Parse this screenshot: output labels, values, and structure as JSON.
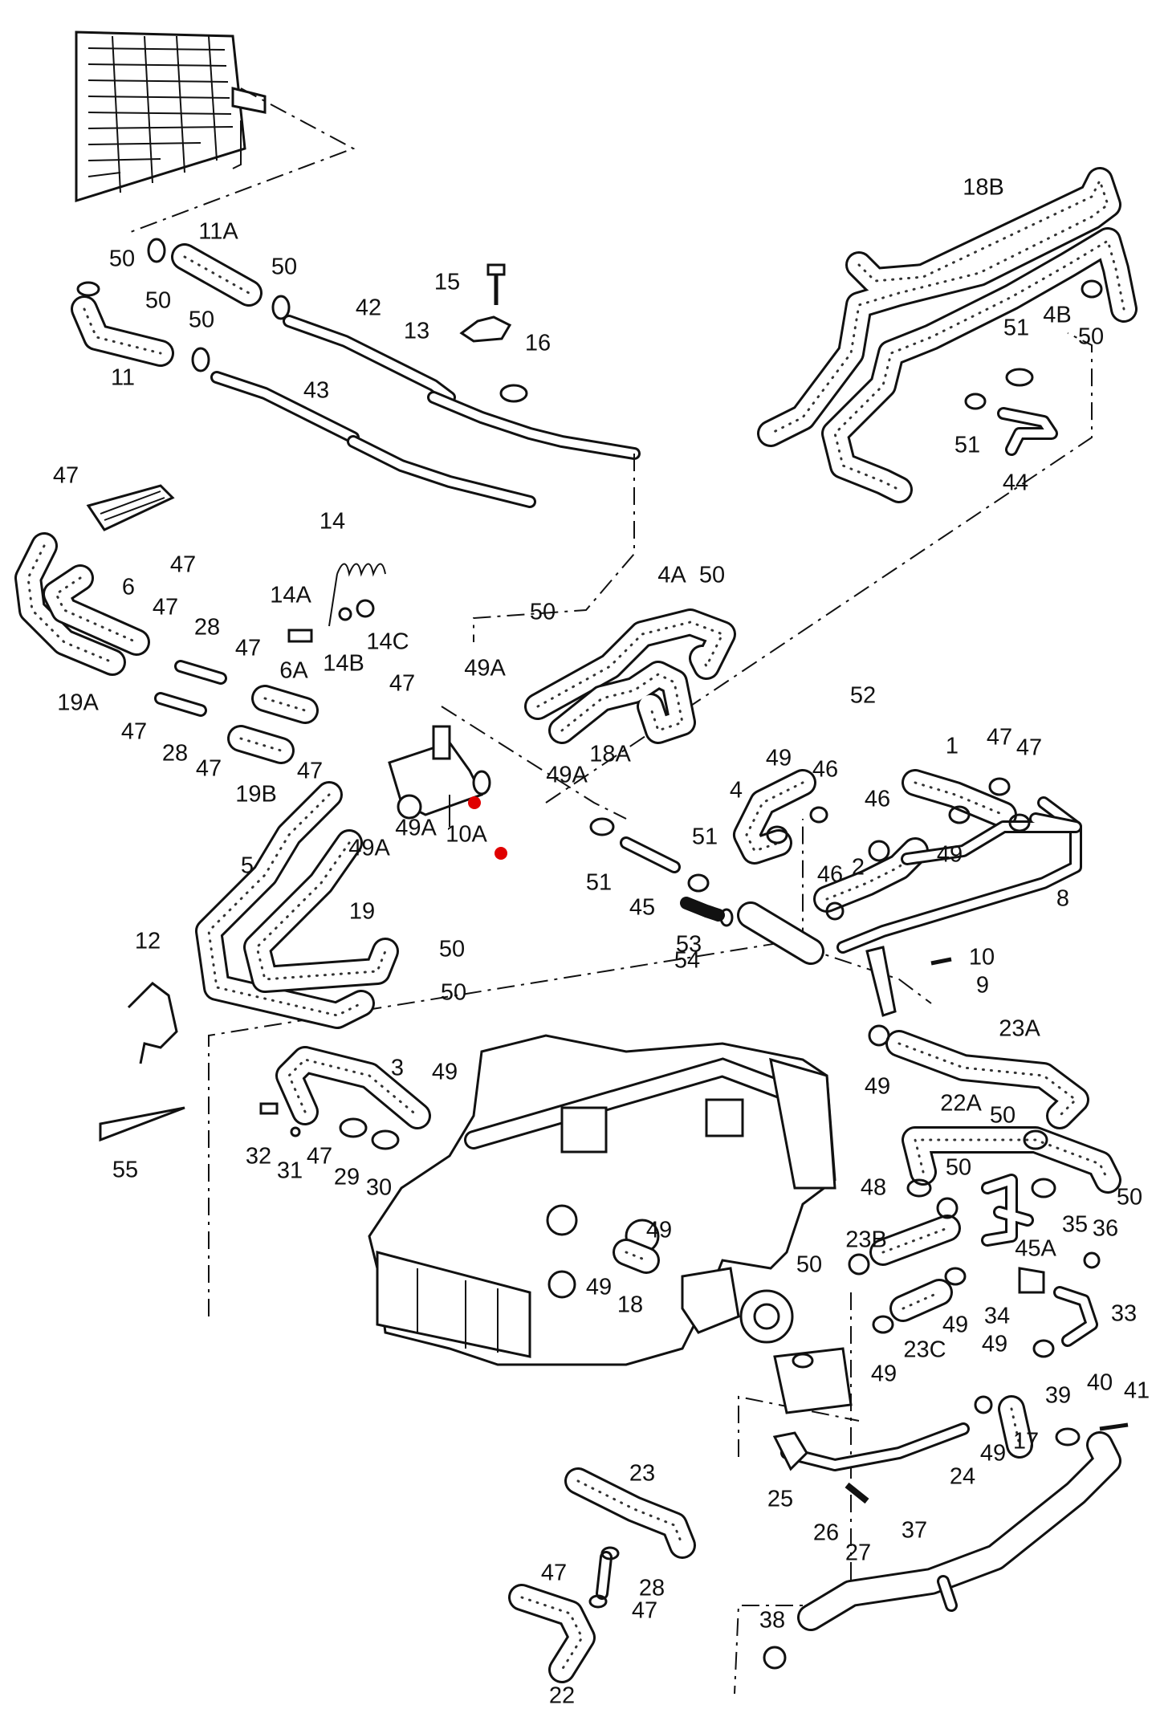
{
  "labels": {
    "l_50_a": "50",
    "l_50_b": "50",
    "l_11a": "11A",
    "l_50_c": "50",
    "l_50_d": "50",
    "l_11": "11",
    "l_15": "15",
    "l_13": "13",
    "l_42": "42",
    "l_16": "16",
    "l_43": "43",
    "l_18b": "18B",
    "l_4b": "4B",
    "l_50_e": "50",
    "l_51_a": "51",
    "l_51_b": "51",
    "l_44": "44",
    "l_47_a": "47",
    "l_47_b": "47",
    "l_6": "6",
    "l_47_c": "47",
    "l_14": "14",
    "l_14a": "14A",
    "l_14b": "14B",
    "l_14c": "14C",
    "l_28_a": "28",
    "l_47_d": "47",
    "l_6a": "6A",
    "l_19a": "19A",
    "l_47_e": "47",
    "l_28_b": "28",
    "l_47_f": "47",
    "l_19b": "19B",
    "l_47_g": "47",
    "l_47_h": "47",
    "l_4a": "4A",
    "l_50_f": "50",
    "l_50_g": "50",
    "l_49a_a": "49A",
    "l_18a": "18A",
    "l_49a_b": "49A",
    "l_10a": "10A",
    "l_49a_c": "49A",
    "l_49a_d": "49A",
    "l_5": "5",
    "l_19": "19",
    "l_50_h": "50",
    "l_50_i": "50",
    "l_52": "52",
    "l_49_a": "49",
    "l_46_a": "46",
    "l_4": "4",
    "l_1": "1",
    "l_47_i": "47",
    "l_47_j": "47",
    "l_46_b": "46",
    "l_51_c": "51",
    "l_51_d": "51",
    "l_49_b": "49",
    "l_45": "45",
    "l_46_c": "46",
    "l_2": "2",
    "l_8": "8",
    "l_53": "53",
    "l_54": "54",
    "l_10": "10",
    "l_9": "9",
    "l_12": "12",
    "l_55": "55",
    "l_23a": "23A",
    "l_49_c": "49",
    "l_3": "3",
    "l_49_d": "49",
    "l_22a": "22A",
    "l_50_j": "50",
    "l_32": "32",
    "l_31": "31",
    "l_47_k": "47",
    "l_29": "29",
    "l_30": "30",
    "l_50_k": "50",
    "l_50_l": "50",
    "l_48": "48",
    "l_49_e": "49",
    "l_23b": "23B",
    "l_35": "35",
    "l_36": "36",
    "l_45a": "45A",
    "l_49_f": "49",
    "l_18": "18",
    "l_50_m": "50",
    "l_49_g": "49",
    "l_34": "34",
    "l_33": "33",
    "l_23c": "23C",
    "l_49_h": "49",
    "l_49_i": "49",
    "l_40": "40",
    "l_41": "41",
    "l_39": "39",
    "l_49_j": "49",
    "l_17": "17",
    "l_23": "23",
    "l_24": "24",
    "l_25": "25",
    "l_26": "26",
    "l_27": "27",
    "l_37": "37",
    "l_47_l": "47",
    "l_28_c": "28",
    "l_47_m": "47",
    "l_38": "38",
    "l_22": "22"
  },
  "colors": {
    "ink": "#111111",
    "paper": "#ffffff",
    "marker": "#e00000"
  }
}
